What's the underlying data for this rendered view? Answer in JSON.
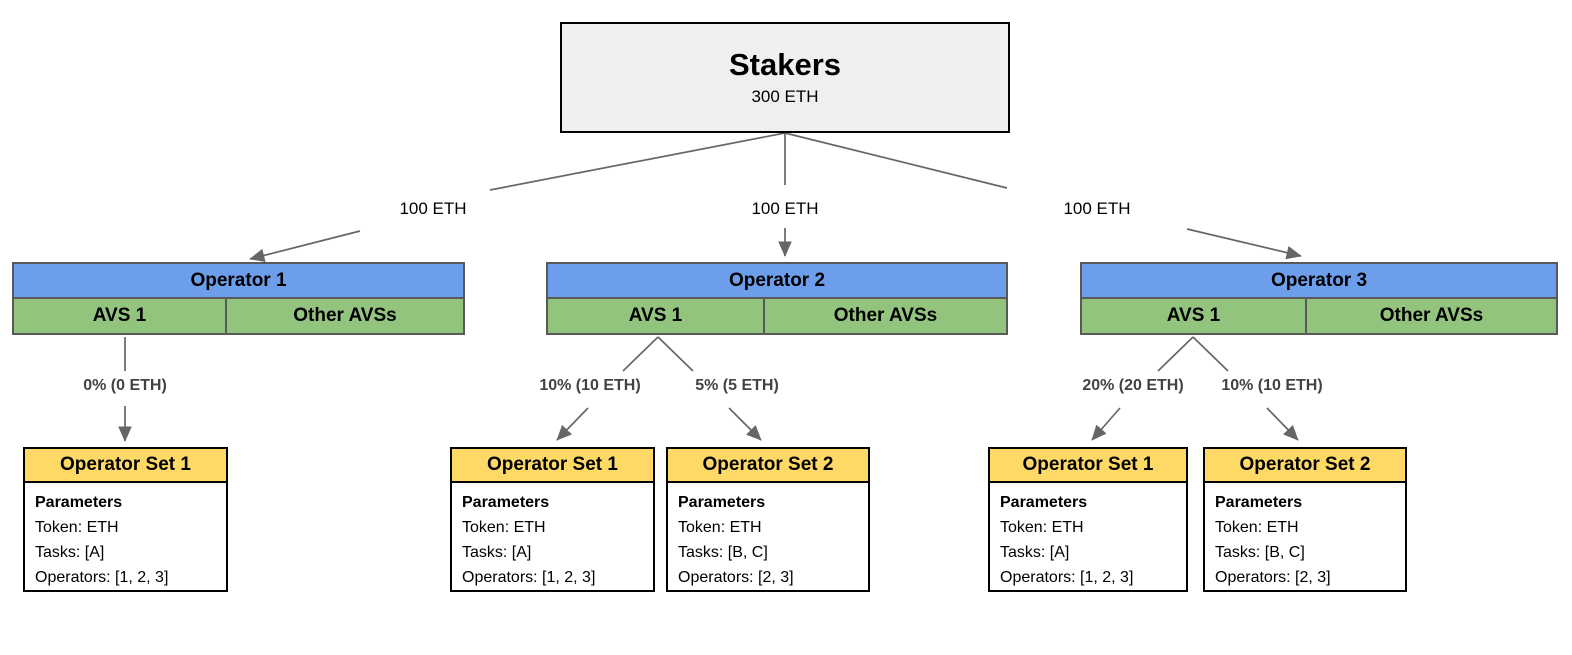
{
  "stakers": {
    "title": "Stakers",
    "amount": "300 ETH"
  },
  "delegation_labels": [
    "100 ETH",
    "100 ETH",
    "100 ETH"
  ],
  "operators": [
    {
      "name": "Operator 1",
      "avs_label": "AVS 1",
      "other_avs_label": "Other AVSs",
      "allocations": [
        {
          "label": "0% (0 ETH)"
        }
      ],
      "operator_sets": [
        {
          "title": "Operator Set 1",
          "heading": "Parameters",
          "lines": [
            "Token: ETH",
            "Tasks: [A]",
            "Operators: [1, 2, 3]"
          ]
        }
      ]
    },
    {
      "name": "Operator 2",
      "avs_label": "AVS 1",
      "other_avs_label": "Other AVSs",
      "allocations": [
        {
          "label": "10% (10 ETH)"
        },
        {
          "label": "5% (5 ETH)"
        }
      ],
      "operator_sets": [
        {
          "title": "Operator Set 1",
          "heading": "Parameters",
          "lines": [
            "Token: ETH",
            "Tasks: [A]",
            "Operators: [1, 2, 3]"
          ]
        },
        {
          "title": "Operator Set 2",
          "heading": "Parameters",
          "lines": [
            "Token: ETH",
            "Tasks: [B, C]",
            "Operators: [2, 3]"
          ]
        }
      ]
    },
    {
      "name": "Operator 3",
      "avs_label": "AVS 1",
      "other_avs_label": "Other AVSs",
      "allocations": [
        {
          "label": "20% (20 ETH)"
        },
        {
          "label": "10% (10 ETH)"
        }
      ],
      "operator_sets": [
        {
          "title": "Operator Set 1",
          "heading": "Parameters",
          "lines": [
            "Token: ETH",
            "Tasks: [A]",
            "Operators: [1, 2, 3]"
          ]
        },
        {
          "title": "Operator Set 2",
          "heading": "Parameters",
          "lines": [
            "Token: ETH",
            "Tasks: [B, C]",
            "Operators: [2, 3]"
          ]
        }
      ]
    }
  ],
  "colors": {
    "operator_header": "#6d9eeb",
    "avs_cell": "#93c47d",
    "set_header": "#ffd966",
    "stakers_fill": "#efefef",
    "connector": "#666666"
  }
}
